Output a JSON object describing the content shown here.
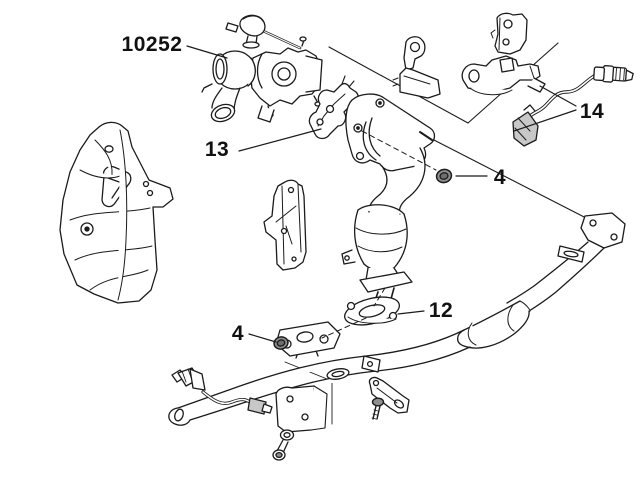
{
  "diagram": {
    "type": "exploded-parts-line-drawing",
    "background_color": "#ffffff",
    "line_color": "#1b1b1b",
    "shade_color": "#c8c8c8",
    "nut_color": "#8f8f8f",
    "callouts": [
      {
        "label": "10252",
        "points_to": "turbocharger-assembly"
      },
      {
        "label": "13",
        "points_to": "turbo-outlet-gasket"
      },
      {
        "label": "14",
        "points_to": "oxygen-sensor-upper"
      },
      {
        "label": "4",
        "points_to": "flange-nut-upper"
      },
      {
        "label": "12",
        "points_to": "catalyst-to-pipe-gasket"
      },
      {
        "label": "4",
        "points_to": "flange-nut-lower"
      }
    ]
  }
}
